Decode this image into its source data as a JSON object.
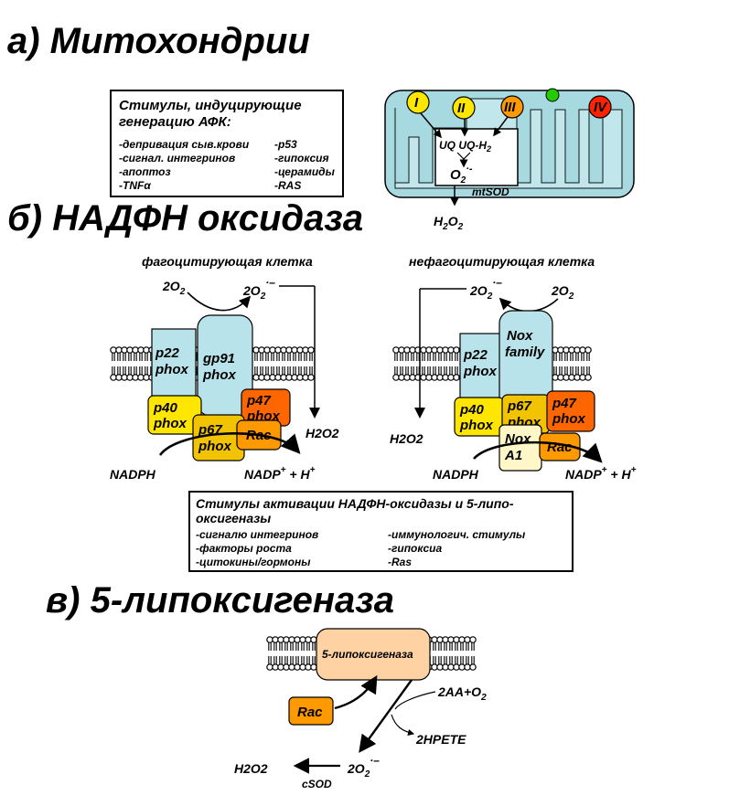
{
  "sections": {
    "a": "а) Митохондрии",
    "b": "б) НАДФН оксидаза",
    "v": "в) 5-липоксигеназа"
  },
  "ros_box": {
    "title_1": "Стимулы, индуцирующие",
    "title_2": "генерацию АФК:",
    "left": [
      "-депривация сыв.крови",
      "-сигнал. интегринов",
      "-апоптоз",
      "-TNFα"
    ],
    "right": [
      "-p53",
      "-гипоксия",
      "-церамиды",
      "-RAS"
    ]
  },
  "mito": {
    "complexes": [
      "I",
      "II",
      "III",
      "IV"
    ],
    "uq": "UQ UQ-H",
    "uq_sub": "2",
    "o2": "O",
    "o2_sub": "2",
    "o2_sup": "·-",
    "mtsod": "mtSOD",
    "h2o2": "H",
    "h2o2_a": "2",
    "h2o2_b": "O",
    "h2o2_c": "2"
  },
  "phago": {
    "caption": "фагоцитирующая клетка",
    "o2_left": "2O",
    "o2_left_sub": "2",
    "o2_right": "2O",
    "o2_right_sub": "2",
    "o2_right_sup": "·–",
    "p22": [
      "p22",
      "phox"
    ],
    "gp91": [
      "gp91",
      "phox"
    ],
    "p40": [
      "p40",
      "phox"
    ],
    "p47": [
      "p47",
      "phox"
    ],
    "p67": [
      "p67",
      "phox"
    ],
    "rac": "Rac",
    "nadph": "NADPH",
    "nadp": "NADP",
    "nadp_rest": " + H",
    "plus": "+",
    "h2o2": "H2O2"
  },
  "nonphago": {
    "caption": "нефагоцитирующая клетка",
    "o2_left": "2O",
    "o2_left_sub": "2",
    "o2_left_sup": "·–",
    "o2_right": "2O",
    "o2_right_sub": "2",
    "p22": [
      "p22",
      "phox"
    ],
    "nox": [
      "Nox",
      "family"
    ],
    "p40": [
      "p40",
      "phox"
    ],
    "p67": [
      "p67",
      "phox"
    ],
    "p47": [
      "p47",
      "phox"
    ],
    "noxa1": [
      "Nox",
      "A1"
    ],
    "rac": "Rac",
    "nadph": "NADPH",
    "nadp": "NADP",
    "nadp_rest": " + H",
    "plus": "+",
    "h2o2": "H2O2"
  },
  "activation_box": {
    "title_1": "Стимулы активации НАДФН-оксидазы и 5-липо-",
    "title_2": "оксигеназы",
    "left": [
      "-сигналю интегринов",
      "-факторы роста",
      "-цитокины/гормоны"
    ],
    "right": [
      "-иммунологич. стимулы",
      "-гипоксиа",
      "-Ras"
    ]
  },
  "lipox": {
    "enzyme": "5-липоксигеназа",
    "rac": "Rac",
    "aa": "2AA+O",
    "aa_sub": "2",
    "hpete": "2HPETE",
    "o2": "2O",
    "o2_sub": "2",
    "o2_sup": "·–",
    "h2o2": "H2O2",
    "csod": "cSOD"
  },
  "colors": {
    "mito_fill": "#a6d9e0",
    "protein_blue": "#b9e3ea",
    "yellow": "#ffe600",
    "gold": "#f2c300",
    "orange": "#ff9900",
    "dark_orange": "#ff6600",
    "cream": "#fff7c8",
    "peach": "#ffd2a3",
    "complex_red": "#ff2200",
    "complex_green": "#22cc00"
  }
}
